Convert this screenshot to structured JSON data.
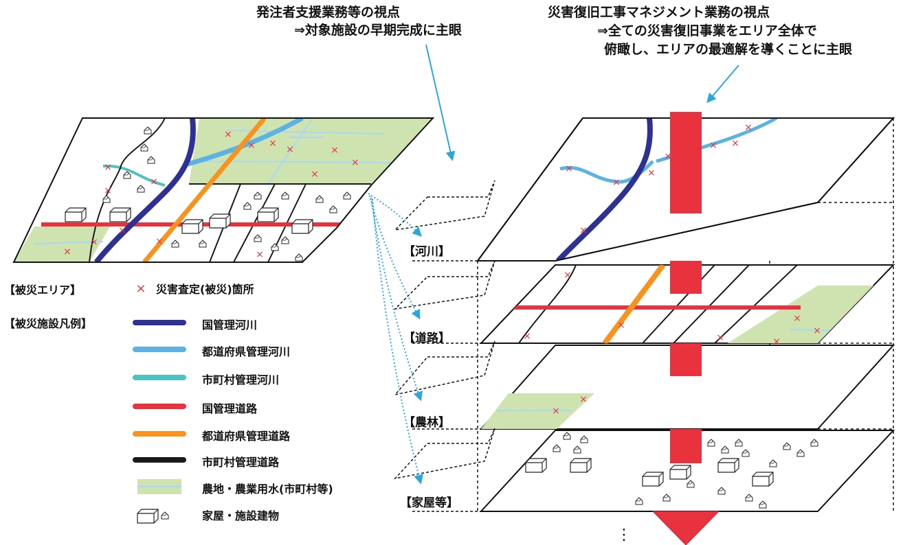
{
  "headings": {
    "left_line1": "発注者支援業務等の視点",
    "left_line2": "⇒対象施設の早期完成に主眼",
    "right_line1": "災害復旧工事マネジメント業務の視点",
    "right_line2": "⇒全ての災害復旧事業をエリア全体で",
    "right_line3": "俯瞰し、エリアの最適解を導くことに主眼"
  },
  "sections": {
    "area": "【被災エリア】",
    "facilities": "【被災施設凡例】"
  },
  "damage_marker": {
    "symbol": "×",
    "label": "災害査定(被災)箇所",
    "color": "#e8333f"
  },
  "legend": [
    {
      "label": "国管理河川",
      "color": "#2e3192",
      "kind": "line"
    },
    {
      "label": "都道府県管理河川",
      "color": "#5bb2e3",
      "kind": "line"
    },
    {
      "label": "市町村管理河川",
      "color": "#4fc1c0",
      "kind": "line"
    },
    {
      "label": "国管理道路",
      "color": "#e8333f",
      "kind": "line"
    },
    {
      "label": "都道府県管理道路",
      "color": "#f7931e",
      "kind": "line"
    },
    {
      "label": "市町村管理道路",
      "color": "#1a1a1a",
      "kind": "line"
    },
    {
      "label": "農地・農業用水(市町村等)",
      "color": "#cfe3b0",
      "kind": "farm"
    },
    {
      "label": "家屋・施設建物",
      "color": "#111111",
      "kind": "house"
    }
  ],
  "layers": [
    {
      "label": "【河川】"
    },
    {
      "label": "【道路】"
    },
    {
      "label": "【農林】"
    },
    {
      "label": "【家屋等】"
    }
  ],
  "colors": {
    "national_river": "#2e3192",
    "pref_river": "#5bb2e3",
    "muni_river": "#4fc1c0",
    "national_road": "#e8333f",
    "pref_road": "#f7931e",
    "muni_road": "#1a1a1a",
    "farm": "#cfe3b0",
    "water": "#a9d8f3",
    "pointer": "#2aa8de",
    "pillar": "#e8333f"
  },
  "continuation": "⋮"
}
